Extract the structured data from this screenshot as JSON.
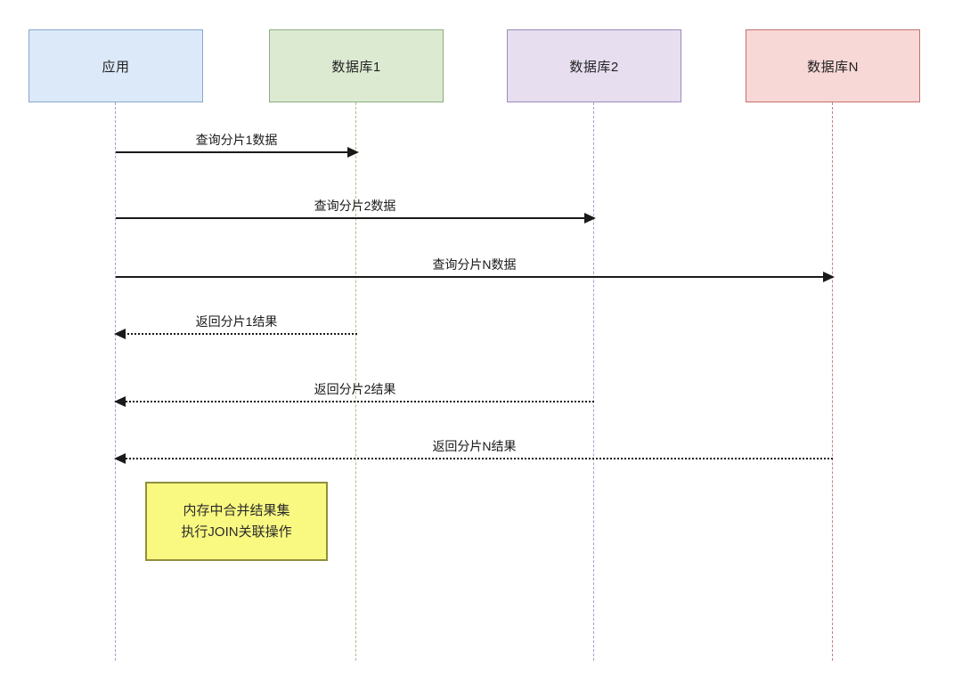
{
  "diagram": {
    "type": "sequence-diagram",
    "background": "#ffffff",
    "arrow_color": "#1a1a1a",
    "participants": [
      {
        "label": "应用",
        "fill": "#dbe9f9",
        "border": "#8aa6cc",
        "lifeline_color": "#8a93c4"
      },
      {
        "label": "数据库1",
        "fill": "#dcead2",
        "border": "#8fac80",
        "lifeline_color": "#a8ab7a"
      },
      {
        "label": "数据库2",
        "fill": "#e7def0",
        "border": "#9c8cba",
        "lifeline_color": "#9a8fbc"
      },
      {
        "label": "数据库N",
        "fill": "#f8d8d6",
        "border": "#c4706e",
        "lifeline_color": "#b96a6d"
      }
    ],
    "messages": [
      {
        "label": "查询分片1数据",
        "from": "应用",
        "to": "数据库1",
        "style": "solid"
      },
      {
        "label": "查询分片2数据",
        "from": "应用",
        "to": "数据库2",
        "style": "solid"
      },
      {
        "label": "查询分片N数据",
        "from": "应用",
        "to": "数据库N",
        "style": "solid"
      },
      {
        "label": "返回分片1结果",
        "from": "数据库1",
        "to": "应用",
        "style": "dotted"
      },
      {
        "label": "返回分片2结果",
        "from": "数据库2",
        "to": "应用",
        "style": "dotted"
      },
      {
        "label": "返回分片N结果",
        "from": "数据库N",
        "to": "应用",
        "style": "dotted"
      }
    ],
    "note": {
      "lines": [
        "内存中合并结果集",
        "执行JOIN关联操作"
      ],
      "fill": "#f9f982",
      "border": "#8f8f3c"
    }
  }
}
